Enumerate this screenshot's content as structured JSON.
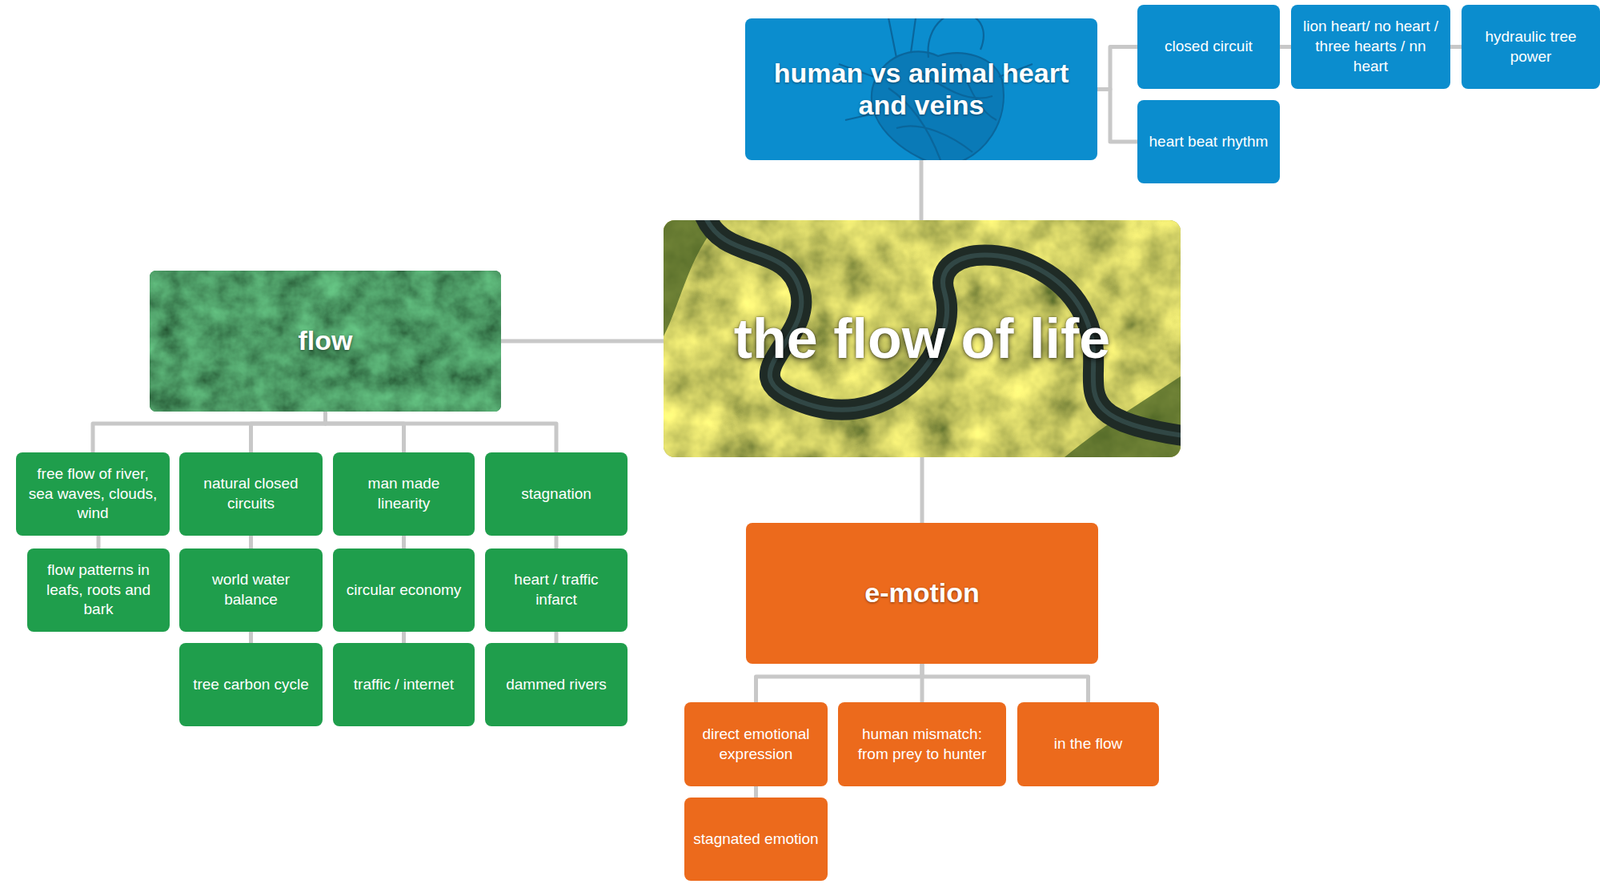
{
  "diagram": {
    "nodes": [
      {
        "text": [
          "human vs animal heart and veins"
        ]
      },
      {
        "text": [
          "closed circuit"
        ]
      },
      {
        "text": [
          "lion heart/ no heart / three hearts / nn heart"
        ]
      },
      {
        "text": [
          "hydraulic tree power"
        ]
      },
      {
        "text": [
          "heart beat rhythm"
        ]
      },
      {
        "text": [
          "flow"
        ]
      },
      {
        "text": [
          "the flow of life"
        ]
      },
      {
        "text": [
          "free flow of river, sea waves, clouds, wind"
        ]
      },
      {
        "text": [
          "natural closed circuits"
        ]
      },
      {
        "text": [
          "man made linearity"
        ]
      },
      {
        "text": [
          "stagnation"
        ]
      },
      {
        "text": [
          "flow patterns in leafs, roots and bark"
        ]
      },
      {
        "text": [
          "world water balance"
        ]
      },
      {
        "text": [
          "circular economy"
        ]
      },
      {
        "text": [
          "heart / traffic infarct"
        ]
      },
      {
        "text": [
          "tree carbon cycle"
        ]
      },
      {
        "text": [
          "traffic / internet"
        ]
      },
      {
        "text": [
          "dammed rivers"
        ]
      },
      {
        "text": [
          "e-motion"
        ]
      },
      {
        "text": [
          "direct emotional expression"
        ]
      },
      {
        "text": [
          "human mismatch: from prey to hunter"
        ]
      },
      {
        "text": [
          "in the flow"
        ]
      },
      {
        "text": [
          "stagnated emotion"
        ]
      }
    ],
    "edges": [
      {
        "from": 6,
        "to": 0,
        "arrow": "none"
      },
      {
        "from": 6,
        "to": 5,
        "arrow": "none"
      },
      {
        "from": 6,
        "to": 18,
        "arrow": "none"
      },
      {
        "from": 0,
        "to": 1,
        "arrow": "none"
      },
      {
        "from": 0,
        "to": 4,
        "arrow": "none"
      },
      {
        "from": 1,
        "to": 2,
        "arrow": "none"
      },
      {
        "from": 2,
        "to": 3,
        "arrow": "none"
      },
      {
        "from": 5,
        "to": 7,
        "arrow": "none"
      },
      {
        "from": 5,
        "to": 8,
        "arrow": "none"
      },
      {
        "from": 5,
        "to": 9,
        "arrow": "none"
      },
      {
        "from": 5,
        "to": 10,
        "arrow": "none"
      },
      {
        "from": 7,
        "to": 11,
        "arrow": "none"
      },
      {
        "from": 8,
        "to": 12,
        "arrow": "none"
      },
      {
        "from": 12,
        "to": 15,
        "arrow": "none"
      },
      {
        "from": 9,
        "to": 13,
        "arrow": "none"
      },
      {
        "from": 13,
        "to": 16,
        "arrow": "none"
      },
      {
        "from": 10,
        "to": 14,
        "arrow": "none"
      },
      {
        "from": 14,
        "to": 17,
        "arrow": "none"
      },
      {
        "from": 18,
        "to": 19,
        "arrow": "none"
      },
      {
        "from": 18,
        "to": 20,
        "arrow": "none"
      },
      {
        "from": 18,
        "to": 21,
        "arrow": "none"
      },
      {
        "from": 19,
        "to": 22,
        "arrow": "none"
      }
    ]
  }
}
